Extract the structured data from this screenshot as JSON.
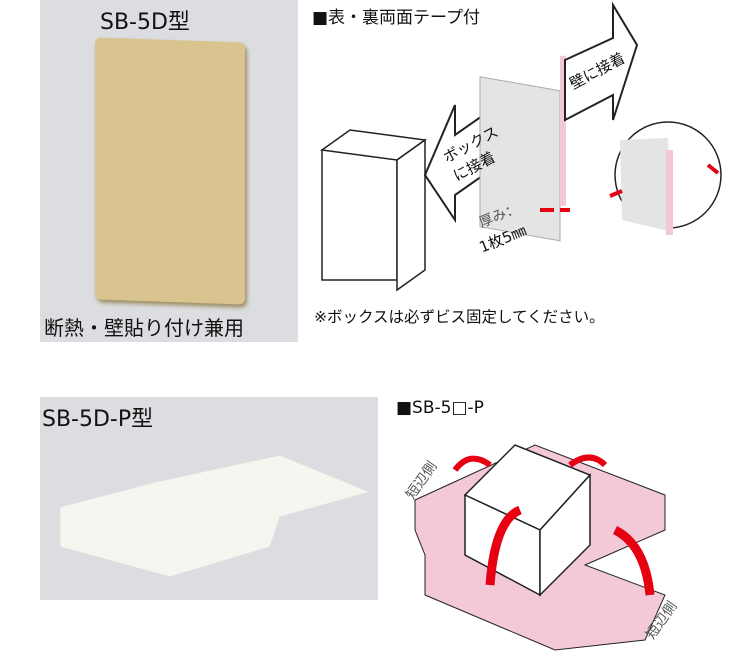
{
  "product1": {
    "model": "SB-5D型",
    "caption": "断熱・壁貼り付け兼用"
  },
  "diagram1": {
    "heading": "■表・裏両面テープ付",
    "arrow_box": "ボックスに接着",
    "arrow_wall": "壁に接着",
    "thickness_label": "厚み：",
    "thickness_value": "1枚5㎜",
    "note": "※ボックスは必ずビス固定してください。"
  },
  "product2": {
    "model": "SB-5D-P型"
  },
  "diagram2": {
    "heading": "■SB-5□-P",
    "short_side": "短辺側"
  },
  "colors": {
    "panel": "#dcdde0",
    "pad": "#f3c8d8",
    "arrow": "#e60012",
    "tape": "#d9c48f"
  }
}
